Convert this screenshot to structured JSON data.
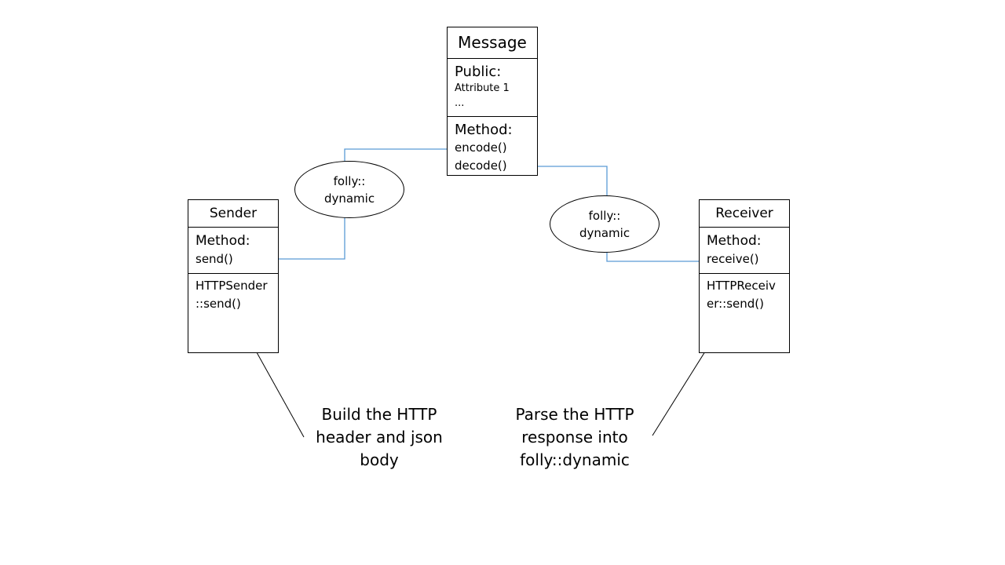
{
  "message": {
    "title": "Message",
    "public_label": "Public:",
    "attribute_1": "Attribute 1",
    "ellipsis": "...",
    "method_label": "Method:",
    "encode": "encode()",
    "decode": "decode()"
  },
  "sender": {
    "title": "Sender",
    "method_label": "Method:",
    "send": "send()",
    "impl_line1": "HTTPSender",
    "impl_line2": "::send()"
  },
  "receiver": {
    "title": "Receiver",
    "method_label": "Method:",
    "receive": "receive()",
    "impl_line1": "HTTPReceiv",
    "impl_line2": "er::send()"
  },
  "ellipse_left": {
    "line1": "folly::",
    "line2": "dynamic"
  },
  "ellipse_right": {
    "line1": "folly::",
    "line2": "dynamic"
  },
  "note_left": {
    "line1": "Build the HTTP",
    "line2": "header and json",
    "line3": "body"
  },
  "note_right": {
    "line1": "Parse the HTTP",
    "line2": "response into",
    "line3": "folly::dynamic"
  },
  "colors": {
    "arrow": "#5b9bd5",
    "border": "#000000"
  }
}
